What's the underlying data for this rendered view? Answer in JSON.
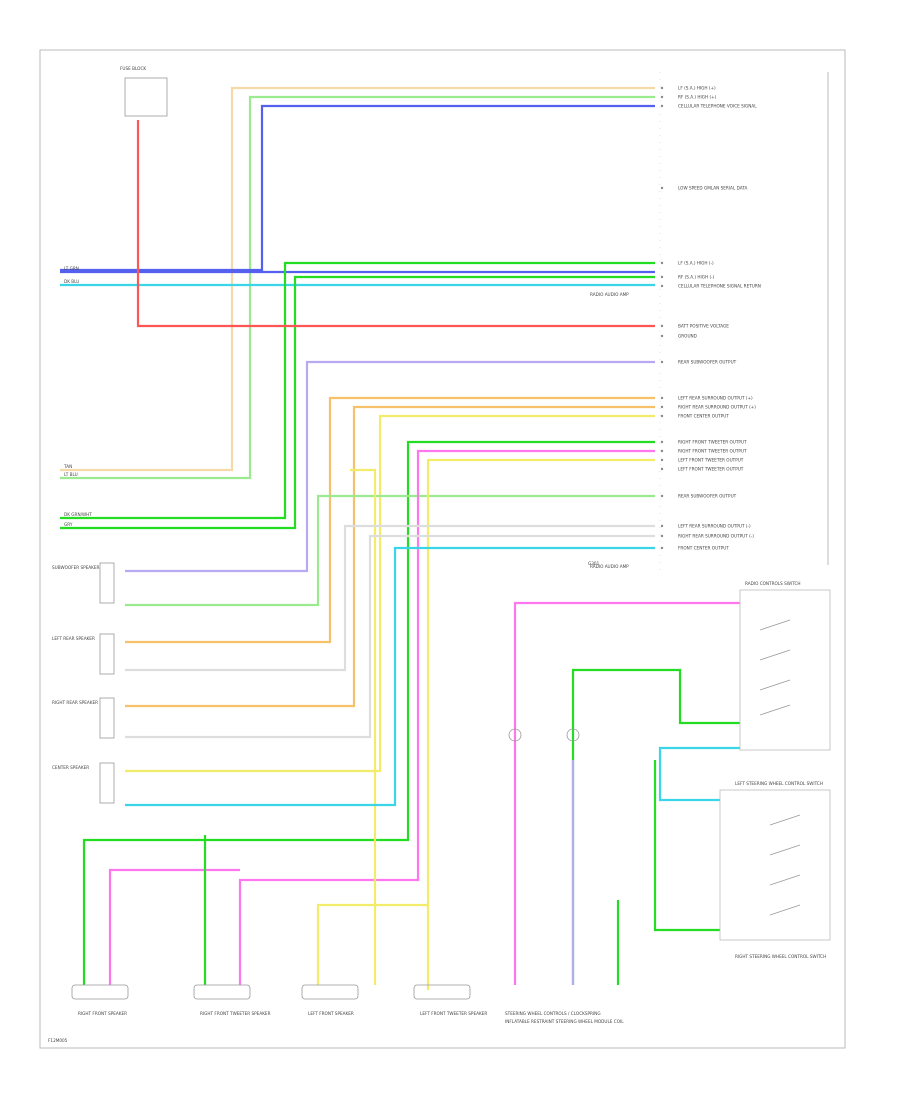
{
  "colors": {
    "tan": "#f5d9a8",
    "lt_green": "#9bea8f",
    "green": "#22dd22",
    "blue": "#5560ee",
    "lt_blue": "#3ad5e8",
    "red": "#ff5555",
    "orange": "#f5c16a",
    "yellow": "#f3ec6a",
    "pink": "#ff77ee",
    "gray": "#bbbbbb",
    "violet": "#b9a9f0"
  },
  "components": {
    "radio_top_labels": [
      "LF (S.A.) HIGH (+)",
      "RF (S.A.) HIGH (+)",
      "CELLULAR TELEPHONE VOICE SIGNAL",
      "",
      "LOW SPEED GMLAN SERIAL DATA",
      "LF (S.A.) HIGH (-)",
      "RF (S.A.) HIGH (-)",
      "CELLULAR TELEPHONE SIGNAL RETURN",
      "BATT POSITIVE VOLTAGE",
      "GROUND",
      "REAR SUBWOOFER OUTPUT",
      "LEFT REAR SURROUND OUTPUT (+)",
      "RIGHT REAR SURROUND OUTPUT (+)",
      "FRONT CENTER OUTPUT",
      "RIGHT FRONT TWEETER OUTPUT",
      "RIGHT FRONT TWEETER OUTPUT",
      "LEFT FRONT TWEETER OUTPUT",
      "LEFT FRONT TWEETER OUTPUT",
      "REAR SUBWOOFER OUTPUT",
      "LEFT REAR SURROUND OUTPUT (-)",
      "RIGHT REAR SURROUND OUTPUT (-)",
      "FRONT CENTER OUTPUT"
    ],
    "connector_notes": [
      "RADIO AUDIO AMP",
      "RADIO AUDIO AMP"
    ],
    "left_wire_labels": [
      "TAN",
      "LT GRN",
      "DK BLU",
      "DK GRN/WHT",
      "GRY",
      "LT BLU"
    ],
    "speakers_left": [
      "SUBWOOFER SPEAKER",
      "LEFT REAR SPEAKER",
      "RIGHT REAR SPEAKER",
      "CENTER SPEAKER"
    ],
    "speakers_bottom": [
      "RIGHT FRONT SPEAKER",
      "RIGHT FRONT TWEETER SPEAKER",
      "LEFT FRONT SPEAKER",
      "LEFT FRONT TWEETER SPEAKER"
    ],
    "steering": {
      "radio_controls_title": "RADIO CONTROLS SWITCH",
      "left_switch": "LEFT STEERING WHEEL CONTROL SWITCH",
      "right_switch": "RIGHT STEERING WHEEL CONTROL SWITCH",
      "bottom_label": "STEERING WHEEL CONTROLS / CLOCKSPRING",
      "bottom_sub": "INFLATABLE RESTRAINT STEERING WHEEL MODULE COIL"
    },
    "fuse_label": "FUSE BLOCK",
    "ground_label": "G301",
    "footer_code": "F12M005"
  }
}
